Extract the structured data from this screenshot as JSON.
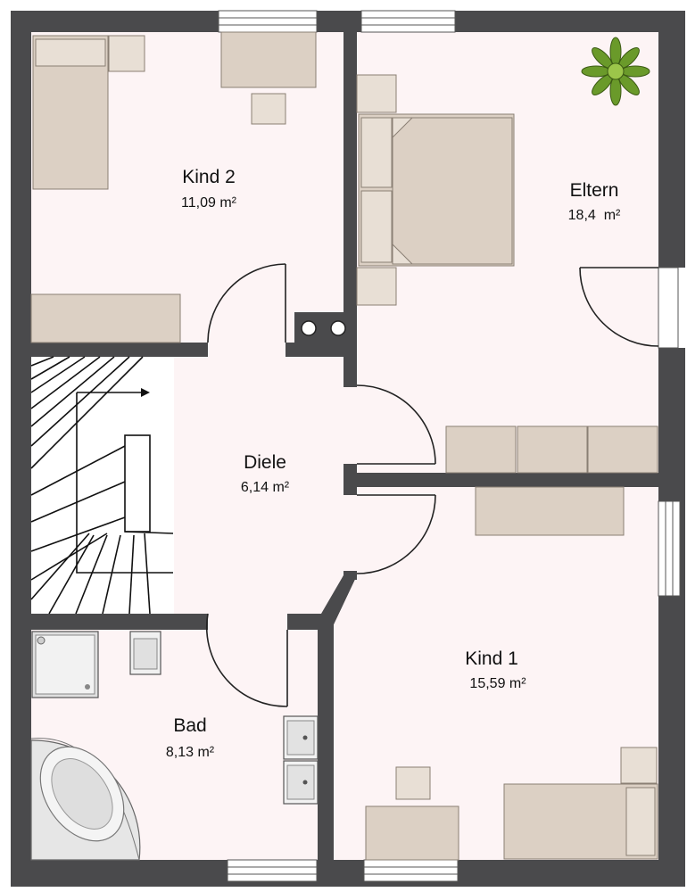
{
  "colors": {
    "wall": "#4a4a4c",
    "floor": "#fdf4f5",
    "furniture": "#dcd0c4",
    "window": "#ffffff"
  },
  "rooms": {
    "kind2": {
      "name": "Kind 2",
      "area": "11,09 m²"
    },
    "eltern": {
      "name": "Eltern",
      "area": "18,4  m²"
    },
    "diele": {
      "name": "Diele",
      "area": "6,14 m²"
    },
    "bad": {
      "name": "Bad",
      "area": "8,13 m²"
    },
    "kind1": {
      "name": "Kind 1",
      "area": "15,59 m²"
    }
  },
  "icons": {
    "plant": "plant-icon",
    "chimney": "chimney-icon",
    "sink": "sink-icon",
    "bathtub": "bathtub-icon",
    "shower": "shower-icon",
    "toilet": "toilet-icon"
  }
}
